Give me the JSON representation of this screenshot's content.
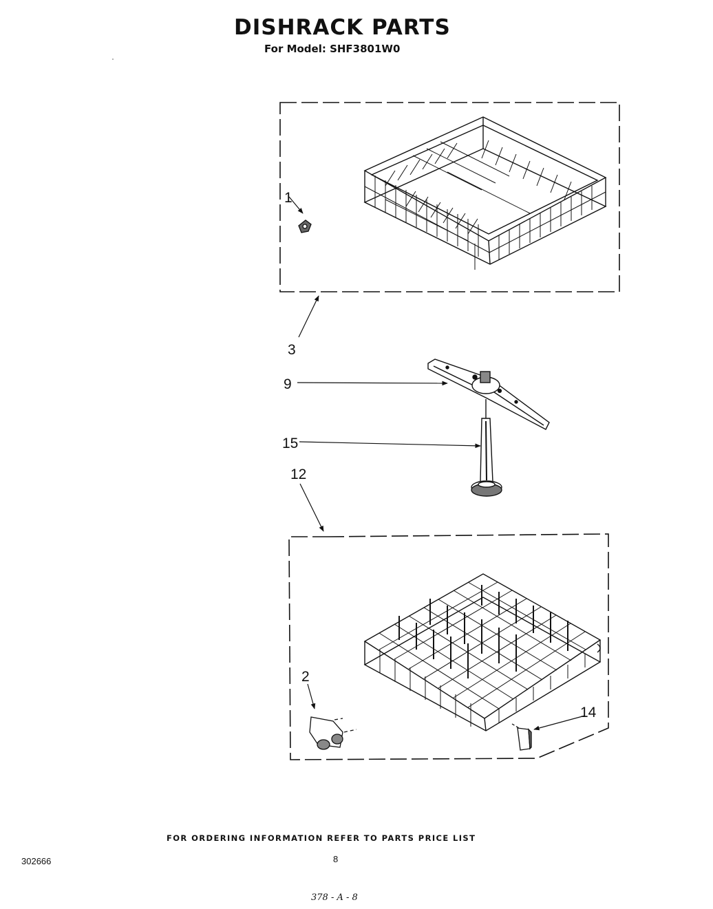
{
  "header": {
    "title": "DISHRACK PARTS",
    "model": "For Model: SHF3801W0"
  },
  "callouts": [
    {
      "id": "1",
      "part": "upper-rack-part"
    },
    {
      "id": "3",
      "part": "upper-rack-assembly"
    },
    {
      "id": "9",
      "part": "spray-arm"
    },
    {
      "id": "15",
      "part": "spray-tube"
    },
    {
      "id": "12",
      "part": "lower-rack-assembly"
    },
    {
      "id": "2",
      "part": "roller"
    },
    {
      "id": "14",
      "part": "rack-end-cap"
    }
  ],
  "footer": {
    "ordering_note": "FOR ORDERING INFORMATION REFER TO PARTS PRICE LIST",
    "doc_number": "302666",
    "page_number": "8",
    "handwritten": "378 - A - 8"
  }
}
